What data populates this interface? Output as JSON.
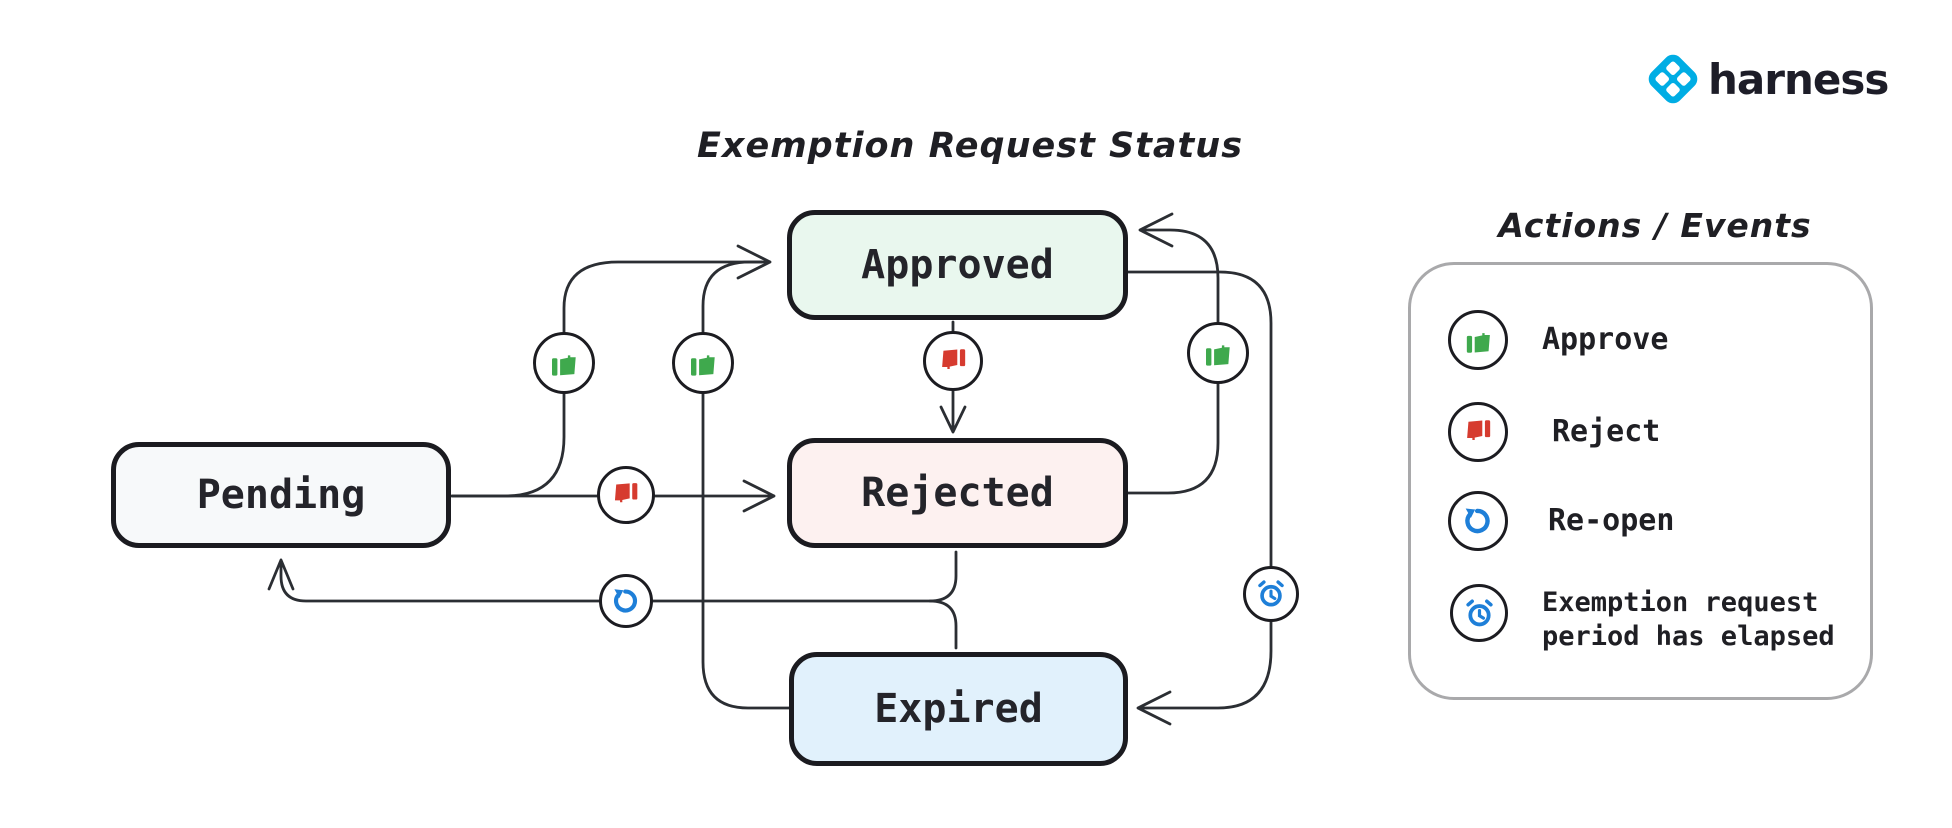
{
  "logo": {
    "text": "harness",
    "brand_color": "#00ade4"
  },
  "title": "Exemption Request Status",
  "states": {
    "pending": {
      "label": "Pending",
      "fill": "#f7f9fa"
    },
    "approved": {
      "label": "Approved",
      "fill": "#e9f7ee"
    },
    "rejected": {
      "label": "Rejected",
      "fill": "#fdf1f0"
    },
    "expired": {
      "label": "Expired",
      "fill": "#e1f1fc"
    }
  },
  "transitions": [
    {
      "from": "Pending",
      "to": "Approved",
      "action": "Approve"
    },
    {
      "from": "Pending",
      "to": "Rejected",
      "action": "Reject"
    },
    {
      "from": "Approved",
      "to": "Rejected",
      "action": "Reject"
    },
    {
      "from": "Rejected",
      "to": "Approved",
      "action": "Approve"
    },
    {
      "from": "Expired",
      "to": "Approved",
      "action": "Approve"
    },
    {
      "from": "Approved",
      "to": "Expired",
      "action": "Exemption request period has elapsed"
    },
    {
      "from": "Rejected",
      "to": "Pending",
      "action": "Re-open"
    },
    {
      "from": "Expired",
      "to": "Pending",
      "action": "Re-open"
    }
  ],
  "legend": {
    "title": "Actions / Events",
    "items": [
      {
        "icon": "thumbs-up-icon",
        "label": "Approve",
        "color": "#3fa94d"
      },
      {
        "icon": "thumbs-down-icon",
        "label": "Reject",
        "color": "#d63b2f"
      },
      {
        "icon": "reopen-icon",
        "label": "Re-open",
        "color": "#1e7fd8"
      },
      {
        "icon": "alarm-clock-icon",
        "label": "Exemption request period has elapsed",
        "color": "#1e7fd8"
      }
    ]
  },
  "colors": {
    "approve_green": "#3fa94d",
    "reject_red": "#d63b2f",
    "event_blue": "#1e7fd8",
    "edge_dark": "#2b2e33",
    "border_dark": "#1b1b20",
    "legend_border": "#a9a9ab",
    "harness_blue": "#00ade4"
  }
}
